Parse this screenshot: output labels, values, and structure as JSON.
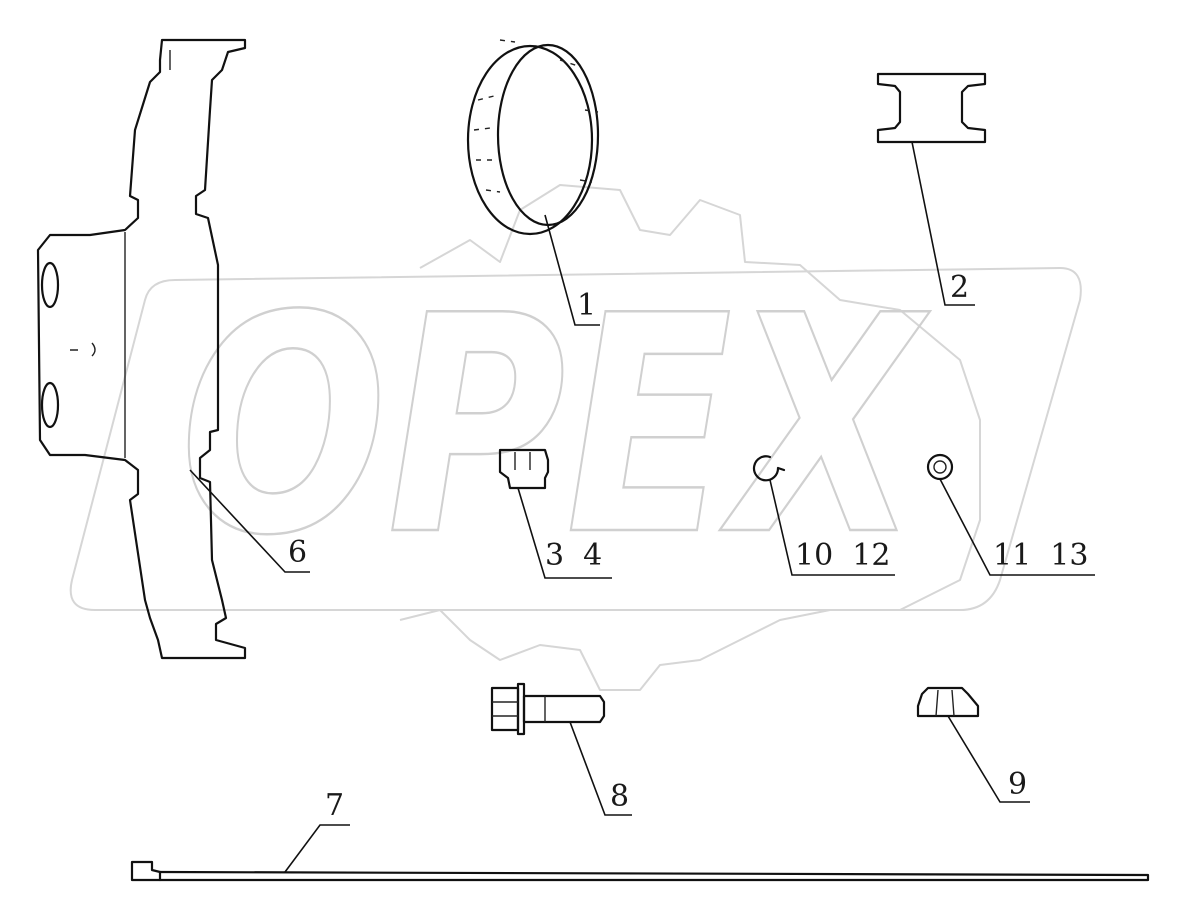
{
  "watermark": {
    "text": "OPEX"
  },
  "callouts": [
    {
      "id": "1",
      "text": "1"
    },
    {
      "id": "2",
      "text": "2"
    },
    {
      "id": "3_4",
      "text": "3  4"
    },
    {
      "id": "6",
      "text": "6"
    },
    {
      "id": "7",
      "text": "7"
    },
    {
      "id": "8",
      "text": "8"
    },
    {
      "id": "9",
      "text": "9"
    },
    {
      "id": "10_12",
      "text": "10  12"
    },
    {
      "id": "11_13",
      "text": "11  13"
    }
  ]
}
